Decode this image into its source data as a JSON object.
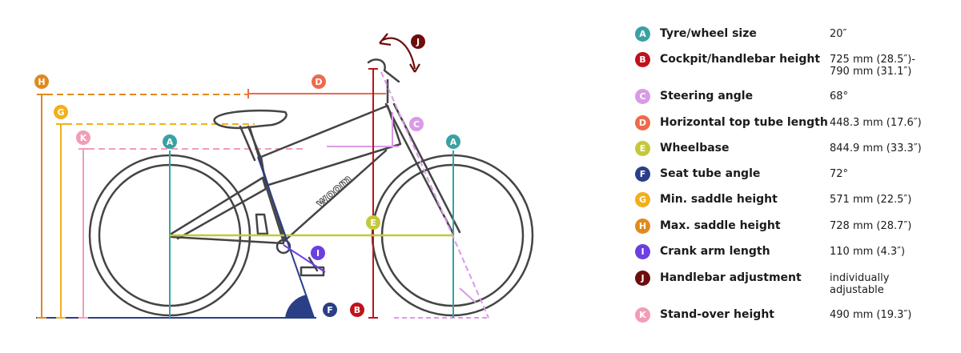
{
  "legend": [
    {
      "letter": "A",
      "color": "#3aa1a3",
      "label": "Tyre/wheel size",
      "value": "20″"
    },
    {
      "letter": "B",
      "color": "#c0121c",
      "label": "Cockpit/handlebar height",
      "value": "725 mm (28.5″)-\n790 mm (31.1″)"
    },
    {
      "letter": "C",
      "color": "#d99ae6",
      "label": "Steering angle",
      "value": "68°"
    },
    {
      "letter": "D",
      "color": "#ee6a4c",
      "label": "Horizontal top tube length",
      "value": "448.3 mm (17.6″)"
    },
    {
      "letter": "E",
      "color": "#c4c83a",
      "label": "Wheelbase",
      "value": "844.9 mm (33.3″)"
    },
    {
      "letter": "F",
      "color": "#2b3f87",
      "label": "Seat tube angle",
      "value": "72°"
    },
    {
      "letter": "G",
      "color": "#f1b01b",
      "label": "Min. saddle height",
      "value": "571 mm (22.5″)"
    },
    {
      "letter": "H",
      "color": "#e08a1e",
      "label": "Max. saddle height",
      "value": "728 mm (28.7″)"
    },
    {
      "letter": "I",
      "color": "#6b3fe0",
      "label": "Crank arm length",
      "value": "110 mm (4.3″)"
    },
    {
      "letter": "J",
      "color": "#6e0d0d",
      "label": "Handlebar adjustment",
      "value": "individually\nadjustable"
    },
    {
      "letter": "K",
      "color": "#f29db6",
      "label": "Stand-over height",
      "value": "490 mm (19.3″)"
    }
  ],
  "diagram": {
    "brand_logo": "woom",
    "markers": {
      "a_rear": "A",
      "a_front": "A",
      "b": "B",
      "c": "C",
      "d": "D",
      "e": "E",
      "f": "F",
      "g": "G",
      "h": "H",
      "i": "I",
      "j": "J",
      "k": "K"
    }
  }
}
